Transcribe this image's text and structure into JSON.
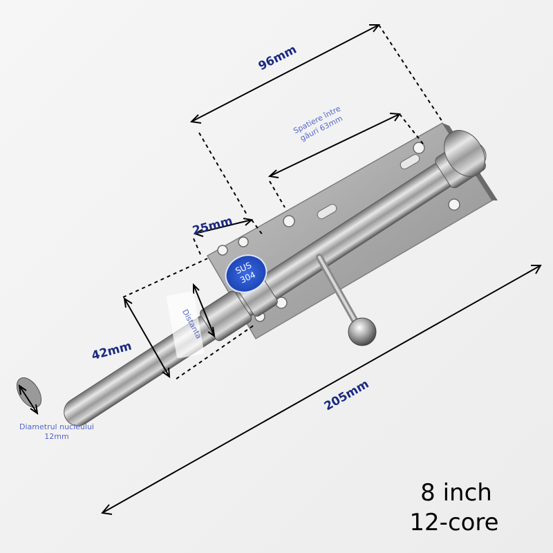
{
  "dimensions": {
    "length_mm": "96mm",
    "hole_spacing_note": "Spatiere între găuri 63mm",
    "width_mm": "25mm",
    "height_mm": "42mm",
    "distance_note": "Distanta",
    "overall_mm": "205mm",
    "core_diameter_note": "Diametrul nucleului 12mm"
  },
  "badge": {
    "line1": "SUS",
    "line2": "304"
  },
  "spec": {
    "size": "8 inch",
    "core": "12-core"
  },
  "colors": {
    "dimension_text": "#1a2a80",
    "note_text": "#5566c8",
    "badge_blue": "#1f4fc8"
  }
}
